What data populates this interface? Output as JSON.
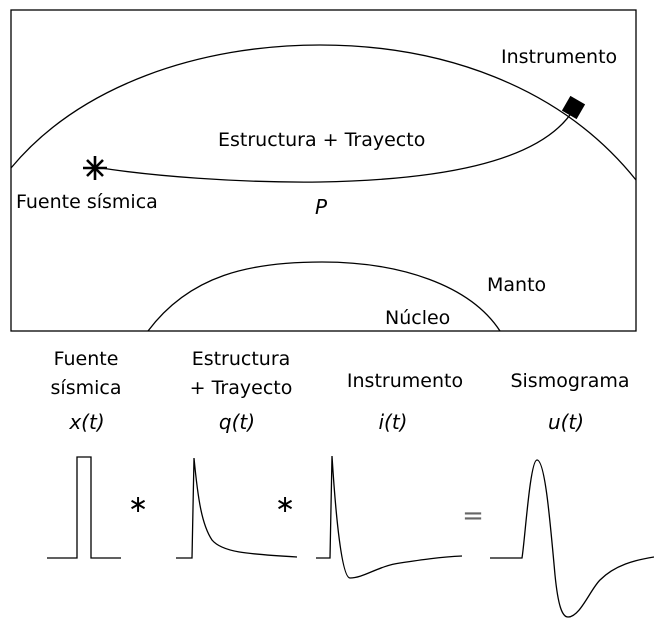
{
  "diagram": {
    "labels": {
      "instrument": "Instrumento",
      "path": "Estructura + Trayecto",
      "source": "Fuente sísmica",
      "wave": "P",
      "mantle": "Manto",
      "core": "Núcleo"
    }
  },
  "equation": {
    "terms": [
      {
        "lines": [
          "Fuente",
          "sísmica"
        ],
        "func": "x(t)"
      },
      {
        "lines": [
          "Estructura",
          "+ Trayecto"
        ],
        "func": "q(t)"
      },
      {
        "lines": [
          "Instrumento"
        ],
        "func": "i(t)"
      },
      {
        "lines": [
          "Sismograma"
        ],
        "func": "u(t)"
      }
    ],
    "operators": [
      "∗",
      "∗",
      "="
    ]
  }
}
